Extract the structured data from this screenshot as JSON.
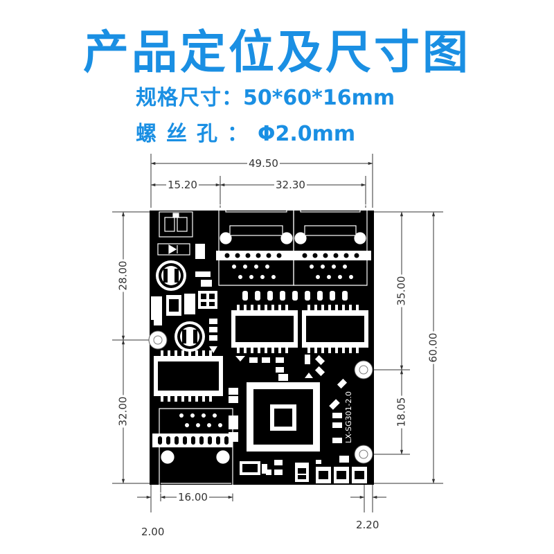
{
  "title": "产品定位及尺寸图",
  "specs": {
    "size_label": "规格尺寸：",
    "size_value": "50*60*16mm",
    "hole_label": "螺丝孔：",
    "hole_value": "Φ2.0mm"
  },
  "dimensions": {
    "overall_width": "49.50",
    "left_offset": "15.20",
    "jack_span": "32.30",
    "upper_height": "28.00",
    "lower_height": "32.00",
    "total_height": "60.00",
    "right_upper": "35.00",
    "right_lower": "18.05",
    "bottom_jack": "16.00",
    "bottom_left": "2.00",
    "bottom_right": "2.20"
  },
  "board_label": "LX-SG301-2.0",
  "colors": {
    "title": "#1a8fe3",
    "board": "#000000",
    "line": "#333333"
  }
}
